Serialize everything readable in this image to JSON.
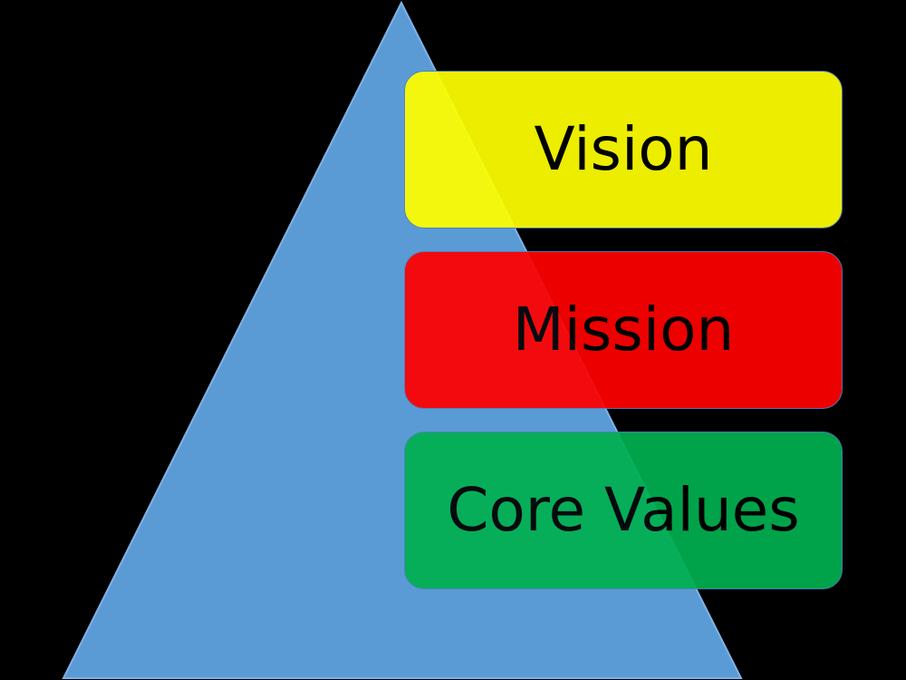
{
  "diagram": {
    "shape": "pyramid",
    "pyramid_color": "#5b9bd5",
    "background_color": "#000000",
    "items": [
      {
        "label": "Vision",
        "color": "#ffff00"
      },
      {
        "label": "Mission",
        "color": "#ff0000"
      },
      {
        "label": "Core Values",
        "color": "#00b050"
      }
    ]
  }
}
